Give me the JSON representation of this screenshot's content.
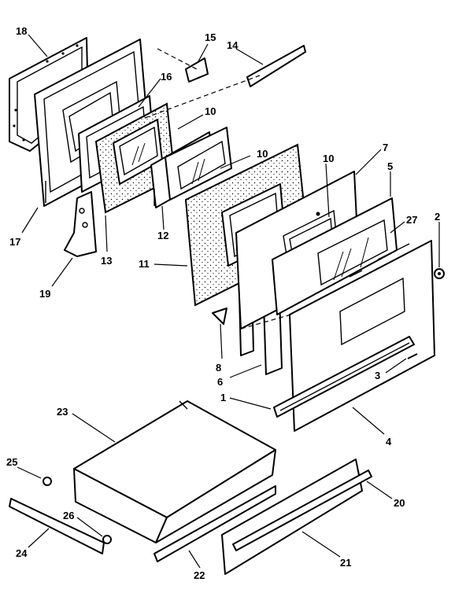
{
  "callouts": [
    {
      "id": "c18",
      "text": "18"
    },
    {
      "id": "c15",
      "text": "15"
    },
    {
      "id": "c14",
      "text": "14"
    },
    {
      "id": "c16",
      "text": "16"
    },
    {
      "id": "c10a",
      "text": "10"
    },
    {
      "id": "c10b",
      "text": "10"
    },
    {
      "id": "c10c",
      "text": "10"
    },
    {
      "id": "c7",
      "text": "7"
    },
    {
      "id": "c5",
      "text": "5"
    },
    {
      "id": "c2",
      "text": "2"
    },
    {
      "id": "c27",
      "text": "27"
    },
    {
      "id": "c17",
      "text": "17"
    },
    {
      "id": "c13",
      "text": "13"
    },
    {
      "id": "c12",
      "text": "12"
    },
    {
      "id": "c11",
      "text": "11"
    },
    {
      "id": "c19",
      "text": "19"
    },
    {
      "id": "c8",
      "text": "8"
    },
    {
      "id": "c6",
      "text": "6"
    },
    {
      "id": "c3",
      "text": "3"
    },
    {
      "id": "c1",
      "text": "1"
    },
    {
      "id": "c4",
      "text": "4"
    },
    {
      "id": "c23",
      "text": "23"
    },
    {
      "id": "c25",
      "text": "25"
    },
    {
      "id": "c26",
      "text": "26"
    },
    {
      "id": "c24",
      "text": "24"
    },
    {
      "id": "c22",
      "text": "22"
    },
    {
      "id": "c20",
      "text": "20"
    },
    {
      "id": "c21",
      "text": "21"
    }
  ]
}
